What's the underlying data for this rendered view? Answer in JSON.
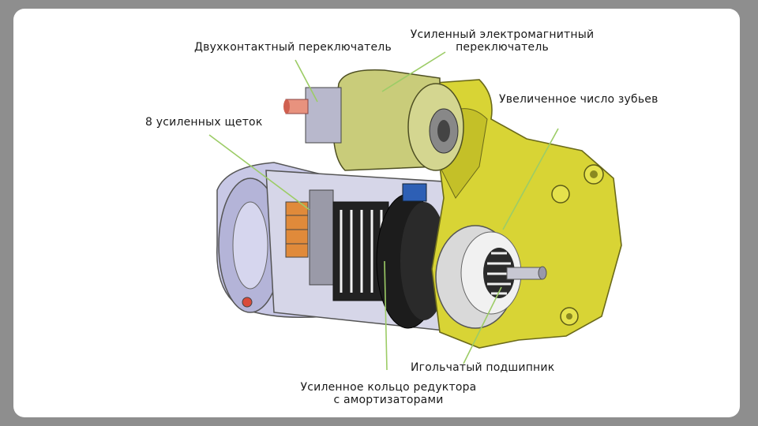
{
  "labels": {
    "two_contact_switch": "Двухконтактный переключатель",
    "solenoid_line1": "Усиленный электромагнитный",
    "solenoid_line2": "переключатель",
    "more_teeth": "Увеличенное число зубьев",
    "brushes": "8 усиленных щеток",
    "needle_bearing": "Игольчатый подшипник",
    "gear_ring_line1": "Усиленное кольцо редуктора",
    "gear_ring_line2": "с амортизаторами"
  },
  "colors": {
    "background": "#8e8e8e",
    "card": "#ffffff",
    "housing_yellow": "#d8d435",
    "solenoid_green": "#c9cc7a",
    "motor_lavender": "#c8c8e6",
    "copper": "#e08a3a",
    "leader_green": "#9ccc66"
  }
}
